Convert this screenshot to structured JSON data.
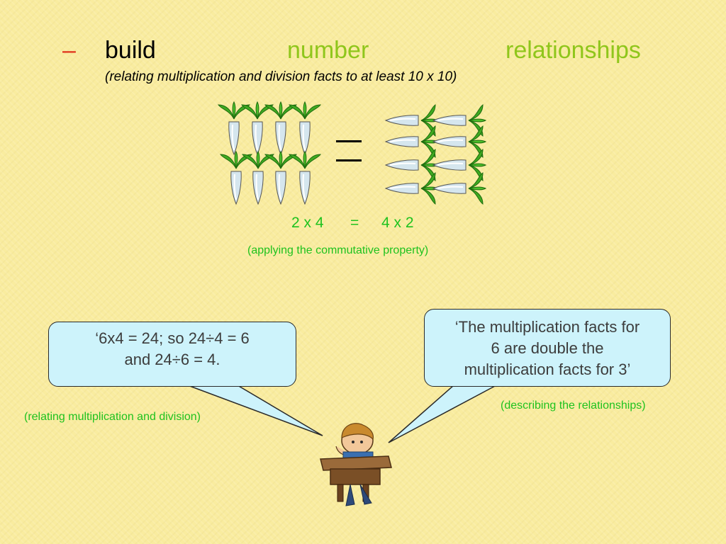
{
  "heading": {
    "dash": "–",
    "word1": "build",
    "word2": "number",
    "word3": "relationships",
    "subtitle": "(relating multiplication and division facts to at least 10 x 10)"
  },
  "illustration": {
    "left_group_icon": "radish-icon",
    "right_group_icon": "radish-icon",
    "equals_icon": "equals-sign-icon"
  },
  "equation": {
    "left": "2 x 4",
    "equals": "=",
    "right": "4 x 2",
    "note": "(applying the commutative property)"
  },
  "bubble_left": {
    "line1": "‘6x4 = 24; so 24÷4 = 6",
    "line2": "and 24÷6 = 4."
  },
  "bubble_right": {
    "line1": "‘The multiplication facts for",
    "line2": "6 are double the",
    "line3": "multiplication facts for 3’"
  },
  "captions": {
    "left": "(relating multiplication and division)",
    "right": "(describing the relationships)"
  },
  "student_icon": "student-at-desk-icon",
  "colors": {
    "background": "#f9ec9f",
    "heading_green": "#8fc61b",
    "text_green": "#1ec21e",
    "dash_red": "#e0321b",
    "bubble_fill": "#cdf3fb"
  }
}
